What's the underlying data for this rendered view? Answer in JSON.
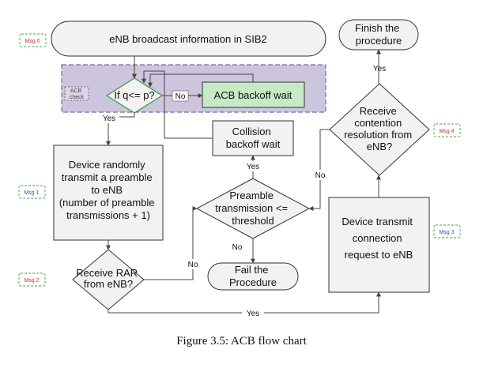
{
  "diagram": {
    "nodes": {
      "sib2": "eNB broadcast information in SIB2",
      "finish": [
        "Finish the",
        "procedure"
      ],
      "acb_check": [
        "ACB",
        "check"
      ],
      "q_le_p": "If q<= p?",
      "acb_backoff": "ACB backoff wait",
      "collision_backoff": [
        "Collision",
        "backoff wait"
      ],
      "receive_contention": [
        "Receive",
        "contention",
        "resolution from",
        "eNB?"
      ],
      "device_preamble": [
        "Device randomly",
        "transmit a preamble",
        "to eNB",
        "(number of preamble",
        "transmissions + 1)"
      ],
      "preamble_threshold": [
        "Preamble",
        "transmission <=",
        "threshold"
      ],
      "device_connection": [
        "Device transmit",
        "connection",
        "request to eNB"
      ],
      "receive_rar": [
        "Receive RAR",
        "from eNB?"
      ],
      "fail": [
        "Fail the",
        "Procedure"
      ]
    },
    "edge_labels": {
      "no_acb": "No",
      "yes_acb": "Yes",
      "yes_finish": "Yes",
      "yes_collision": "Yes",
      "no_contention": "No",
      "no_fail": "No",
      "no_rar": "No",
      "yes_rar": "Yes"
    },
    "msg_tags": {
      "msg0": "Msg 0",
      "msg1": "Msg 1",
      "msg2": "Msg 2",
      "msg3": "Msg 3",
      "msg4": "Msg 4"
    },
    "caption": "Figure 3.5:  ACB flow chart"
  },
  "colors": {
    "box_fill": "#f2f2f2",
    "box_stroke": "#333333",
    "acb_region": "#cdc4de",
    "acb_region_stroke": "#7a6aa0",
    "acb_backoff_fill": "#c6e9c6",
    "diamond_green_stroke": "#3a9a3a",
    "msg_red": "#d03030",
    "msg_blue": "#3355bb",
    "msg_dash_green": "#3aaa3a"
  }
}
